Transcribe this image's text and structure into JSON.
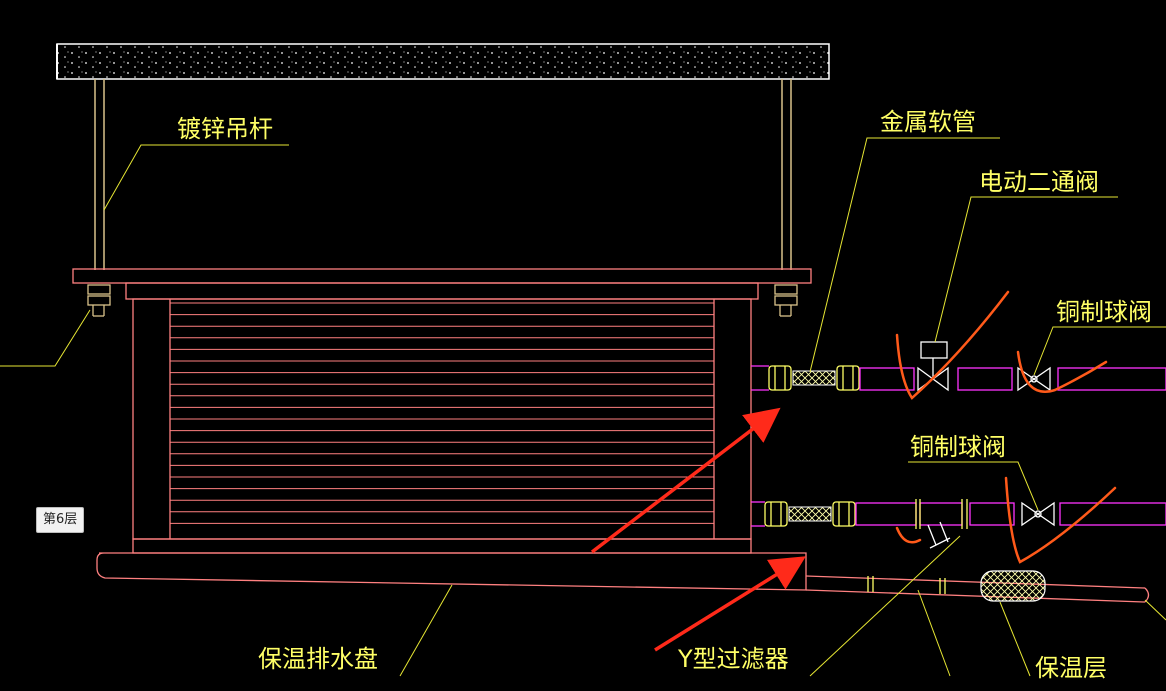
{
  "floor_badge": "第6层",
  "labels": {
    "galvanized_rod": "镀锌吊杆",
    "metal_hose": "金属软管",
    "electric_two_way_valve": "电动二通阀",
    "copper_ball_valve_upper": "铜制球阀",
    "copper_ball_valve_lower": "铜制球阀",
    "insulated_drain_pan": "保温排水盘",
    "y_strainer": "Y型过滤器",
    "insulation_layer": "保温层"
  },
  "colors": {
    "background": "#000000",
    "line": "#ff8080",
    "pipe": "#ff33ff",
    "label": "#ffff66",
    "leader": "#e6e633",
    "rod": "#d9c38a",
    "annotation_arrow": "#ff2a1a",
    "sketch": "#ff5a1a"
  }
}
